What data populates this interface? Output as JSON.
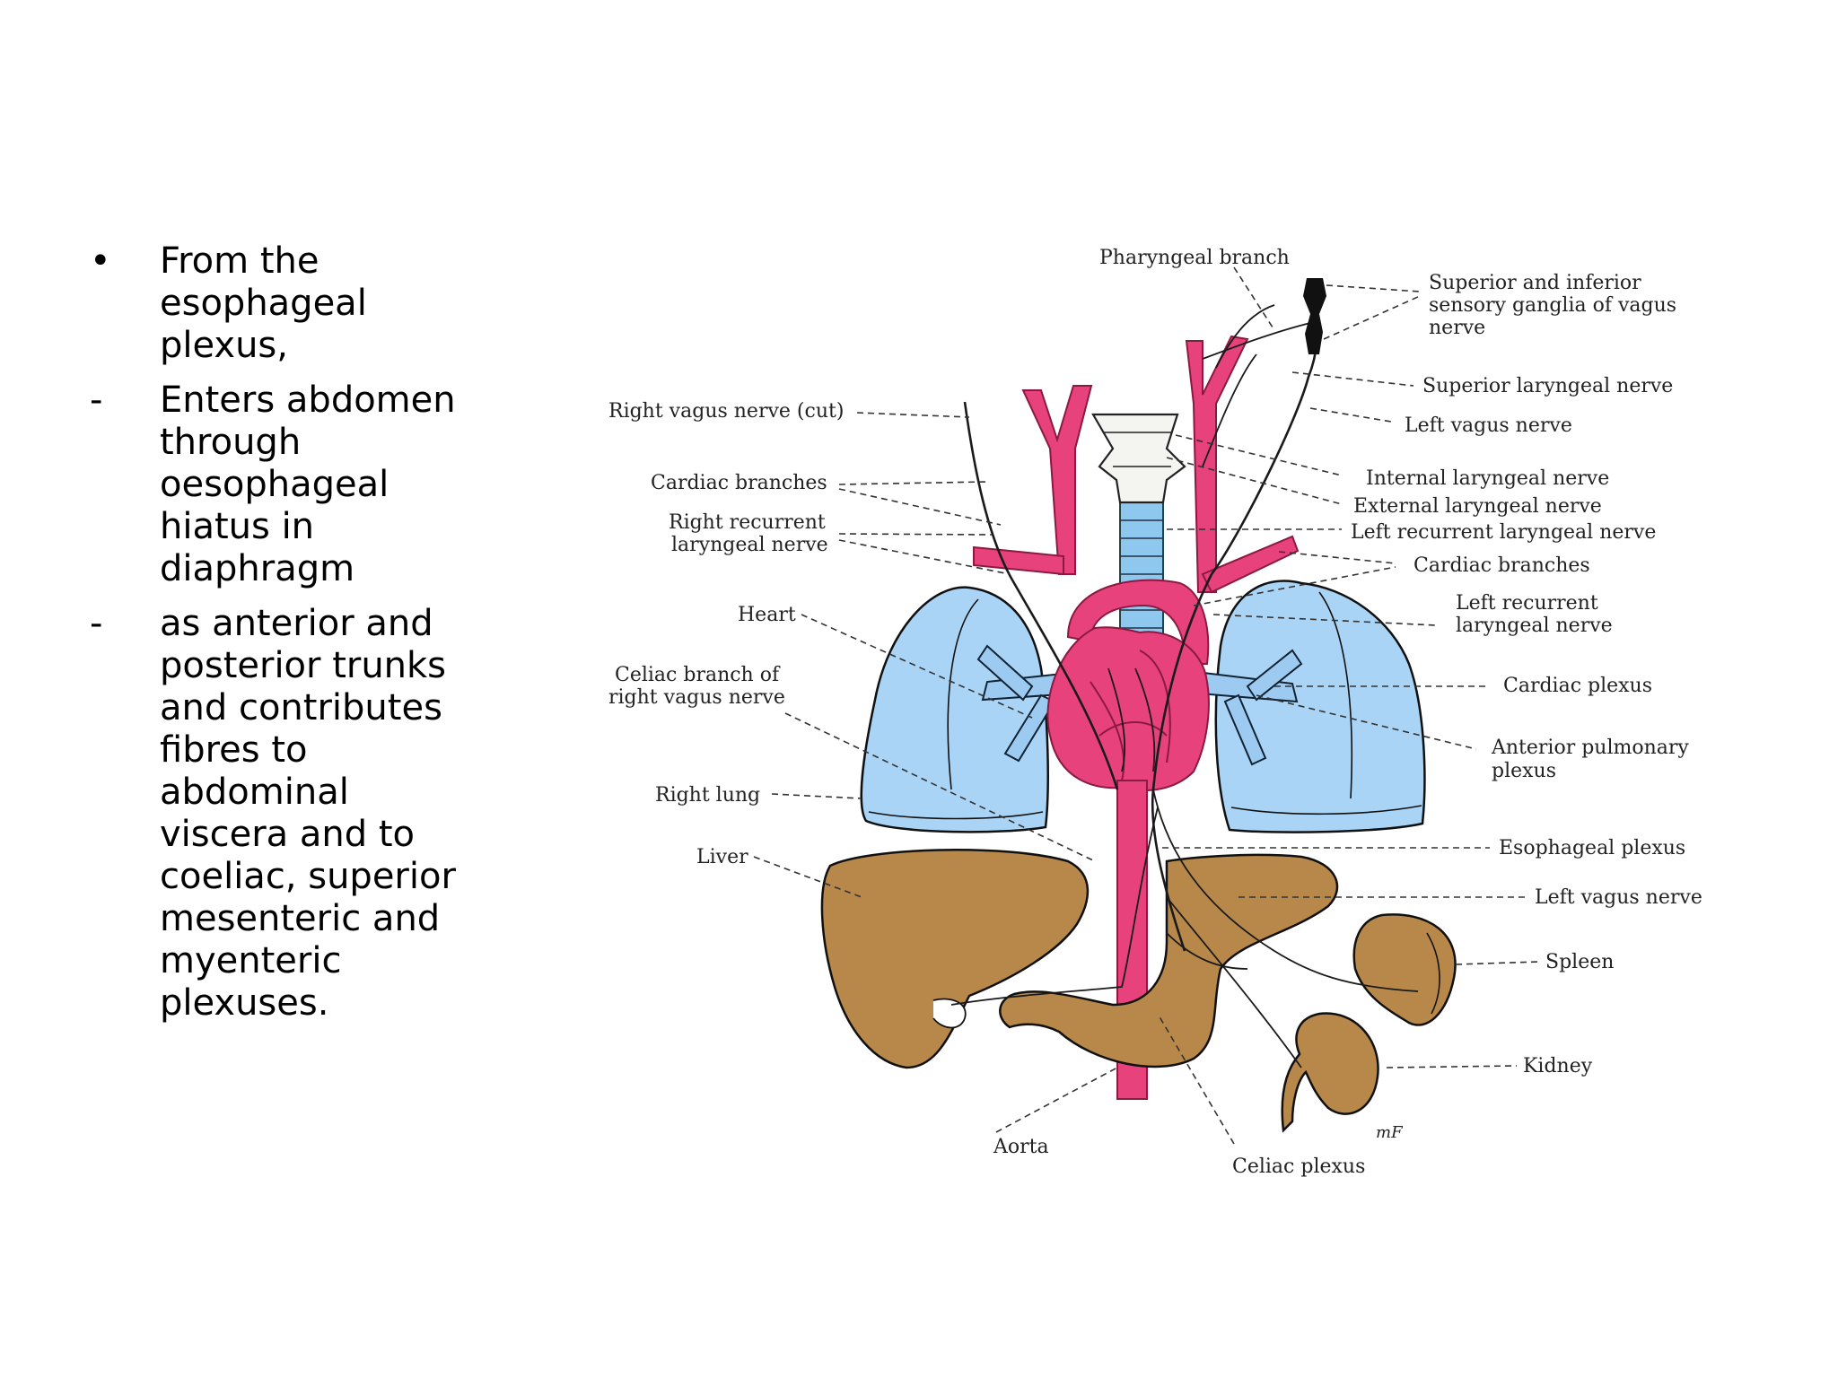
{
  "slide": {
    "bullets": [
      {
        "marker": "•",
        "text": "From the esophageal plexus,"
      },
      {
        "marker": "-",
        "text": "Enters abdomen through oesophageal hiatus in diaphragm"
      },
      {
        "marker": "-",
        "text": " as anterior and posterior trunks and contributes fibres to abdominal viscera and to coeliac, superior mesenteric and myenteric plexuses."
      }
    ]
  },
  "diagram": {
    "labels": {
      "pharyngeal_branch": "Pharyngeal branch",
      "ganglia_1": "Superior and inferior",
      "ganglia_2": "sensory ganglia of vagus",
      "ganglia_3": "nerve",
      "superior_laryngeal": "Superior laryngeal nerve",
      "left_vagus_top": "Left vagus nerve",
      "right_vagus_cut": "Right vagus nerve (cut)",
      "internal_laryngeal": "Internal laryngeal nerve",
      "external_laryngeal": "External laryngeal nerve",
      "cardiac_branches_left": "Cardiac branches",
      "left_recurrent_laryngeal": "Left recurrent laryngeal nerve",
      "right_recurrent_1": "Right recurrent",
      "right_recurrent_2": "laryngeal nerve",
      "cardiac_branches_right": "Cardiac branches",
      "left_recurrent_2_1": "Left recurrent",
      "left_recurrent_2_2": "laryngeal nerve",
      "heart": "Heart",
      "cardiac_plexus": "Cardiac plexus",
      "celiac_branch_1": "Celiac branch of",
      "celiac_branch_2": "right vagus nerve",
      "anterior_pulmonary_1": "Anterior pulmonary",
      "anterior_pulmonary_2": "plexus",
      "right_lung": "Right lung",
      "esophageal_plexus": "Esophageal plexus",
      "liver": "Liver",
      "left_vagus_bottom": "Left vagus nerve",
      "spleen": "Spleen",
      "kidney": "Kidney",
      "aorta": "Aorta",
      "celiac_plexus": "Celiac plexus",
      "signature": "mF"
    },
    "colors": {
      "lung": "#a9d4f5",
      "organ": "#b8884a",
      "vessel": "#e8427c",
      "nerve": "#1a1a1a"
    }
  }
}
